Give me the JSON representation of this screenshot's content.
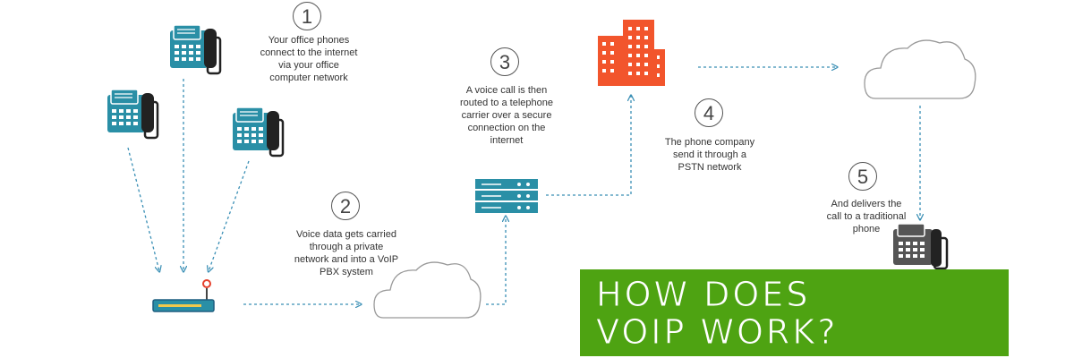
{
  "steps": [
    {
      "number": "1",
      "text": "Your office phones\nconnect to the internet\nvia your office\ncomputer network"
    },
    {
      "number": "2",
      "text": "Voice data gets carried\nthrough a private\nnetwork and into a VoIP\nPBX system"
    },
    {
      "number": "3",
      "text": "A voice call is then\nrouted to a telephone\ncarrier over a secure\nconnection on the\ninternet"
    },
    {
      "number": "4",
      "text": "The phone company\nsend it through a\nPSTN network"
    },
    {
      "number": "5",
      "text": "And delivers the\ncall to a traditional\nphone"
    }
  ],
  "title": {
    "line1": "HOW DOES",
    "line2": "VOIP WORK?"
  },
  "colors": {
    "phone": "#2a8fa6",
    "phone_dark": "#222222",
    "building": "#f2552c",
    "title_bg": "#4ea312",
    "title_text": "#ffffff",
    "arrow": "#3a8fb5",
    "cloud_stroke": "#999999",
    "traditional_phone": "#555555"
  },
  "icons": [
    "ip-phone-icon",
    "router-icon",
    "cloud-icon",
    "server-icon",
    "building-icon",
    "desk-phone-icon"
  ]
}
